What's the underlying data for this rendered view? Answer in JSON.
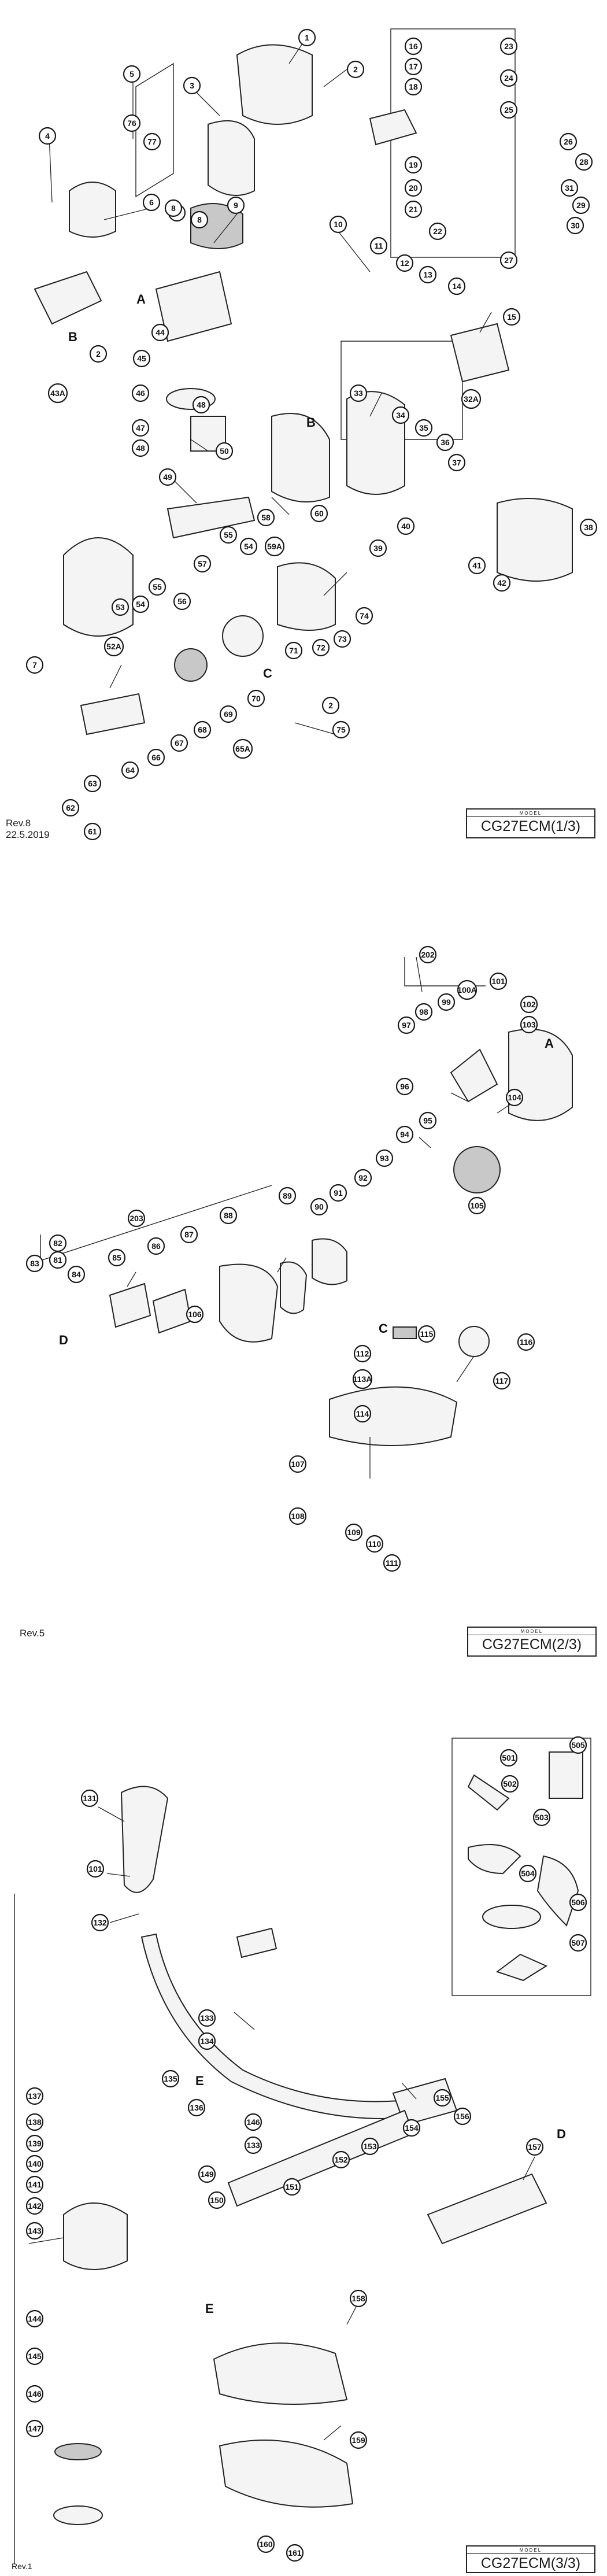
{
  "model_caption": "MODEL",
  "pages": [
    {
      "rev_line1": "Rev.8",
      "rev_line2": "22.5.2019",
      "model": "CG27ECM(1/3)",
      "callouts": [
        "1",
        "2",
        "3",
        "4",
        "5",
        "6",
        "7",
        "8",
        "9",
        "10",
        "11",
        "12",
        "13",
        "14",
        "15",
        "16",
        "17",
        "18",
        "19",
        "20",
        "21",
        "22",
        "23",
        "24",
        "25",
        "26",
        "27",
        "28",
        "29",
        "30",
        "31",
        "32A",
        "33",
        "34",
        "35",
        "36",
        "37",
        "38",
        "39",
        "40",
        "41",
        "42",
        "43A",
        "44",
        "45",
        "46",
        "47",
        "48",
        "49",
        "50",
        "52A",
        "53",
        "54",
        "55",
        "56",
        "57",
        "58",
        "59A",
        "60",
        "61",
        "62",
        "63",
        "64",
        "65A",
        "66",
        "67",
        "68",
        "69",
        "70",
        "71",
        "72",
        "73",
        "74",
        "75",
        "76",
        "77",
        "2",
        "7",
        "8",
        "48",
        "54",
        "55",
        "2"
      ],
      "letters": [
        "A",
        "B",
        "B",
        "C"
      ]
    },
    {
      "rev_line1": "Rev.5",
      "model": "CG27ECM(2/3)",
      "callouts": [
        "81",
        "82",
        "83",
        "84",
        "85",
        "86",
        "87",
        "88",
        "89",
        "90",
        "91",
        "92",
        "93",
        "94",
        "95",
        "96",
        "97",
        "98",
        "99",
        "100A",
        "101",
        "102",
        "103",
        "104",
        "105",
        "106",
        "107",
        "108",
        "109",
        "110",
        "111",
        "112",
        "113A",
        "114",
        "115",
        "116",
        "117",
        "202",
        "203"
      ],
      "letters": [
        "A",
        "C",
        "D"
      ]
    },
    {
      "rev_line1": "Rev.1",
      "model": "CG27ECM(3/3)",
      "callouts": [
        "131",
        "101",
        "132",
        "133",
        "134",
        "135",
        "136",
        "146",
        "133",
        "155",
        "156",
        "157",
        "137",
        "138",
        "139",
        "140",
        "141",
        "142",
        "143",
        "144",
        "145",
        "146",
        "147",
        "149",
        "150",
        "151",
        "152",
        "153",
        "154",
        "158",
        "159",
        "160",
        "161",
        "501",
        "502",
        "503",
        "504",
        "505",
        "506",
        "507"
      ],
      "letters": [
        "E",
        "D",
        "E"
      ]
    }
  ]
}
